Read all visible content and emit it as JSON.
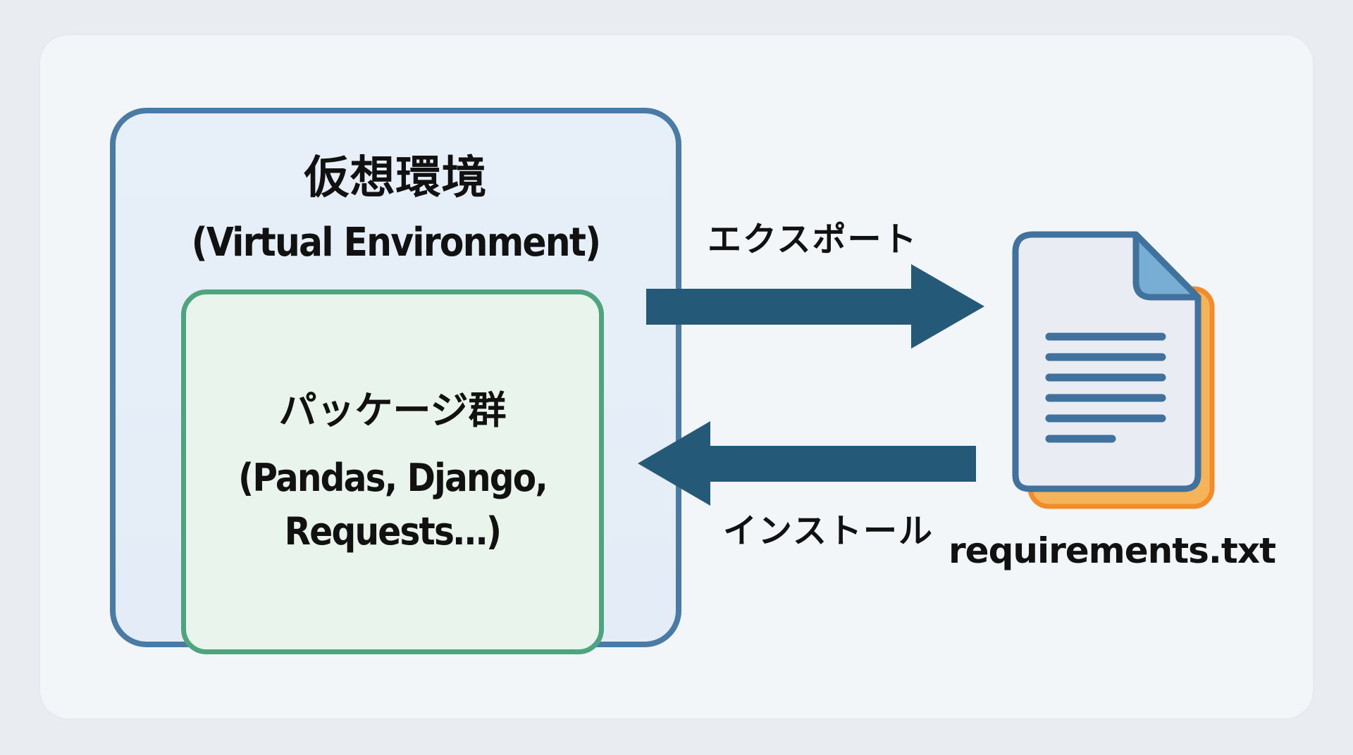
{
  "diagram": {
    "environment": {
      "title_jp": "仮想環境",
      "title_en": "(Virtual Environment)",
      "border_color": "#4a7aa6"
    },
    "packages": {
      "line1": "パッケージ群",
      "line2": "(Pandas, Django,",
      "line3": "Requests…)",
      "border_color": "#4ea57d"
    },
    "arrows": [
      {
        "direction": "right",
        "label": "エクスポート",
        "from": "environment",
        "to": "requirements.txt"
      },
      {
        "direction": "left",
        "label": "インストール",
        "from": "requirements.txt",
        "to": "environment"
      }
    ],
    "file": {
      "icon": "document-icon",
      "name": "requirements.txt",
      "accent_color": "#f28c28"
    },
    "arrow_color": "#245a78"
  }
}
